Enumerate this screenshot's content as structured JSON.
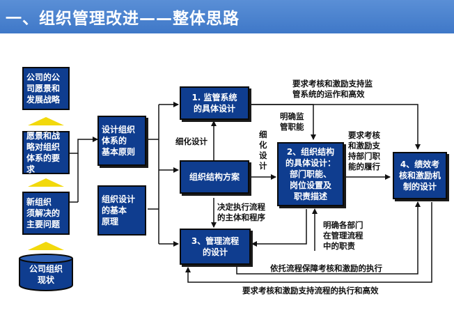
{
  "header": {
    "title": "一、组织管理改进——整体思路"
  },
  "colors": {
    "header_bg": "#3f78c8",
    "box_fill": "#0f3d8f",
    "arrow_yellow": "#f2d90c",
    "line": "#111111"
  },
  "boxes": {
    "vision_strategy": "公司的公\n司愿景和\n发展战略",
    "vision_requirements": "愿景和战\n略对组织\n体系的要求",
    "new_org_problems": "新组织\n须解决的\n主要问题",
    "org_status": "公司组织\n现状",
    "design_principles": "设计组织\n体系的\n基本原则",
    "design_principles_base": "组织设计\n的基本\n原理",
    "supervision": "1. 监管系统\n的具体设计",
    "org_plan": "组织结构方案",
    "org_structure": "2、组织结构\n的具体设计：\n部门职能、\n岗位设置及\n职责描述",
    "process": "3、管理流程\n的设计",
    "performance": "4、绩效考\n核和激励机\n制的设计"
  },
  "labels": {
    "refine_design_1": "细化设计",
    "refine_design_2": "细\n化\n设\n计",
    "clarify_supervision": "明确监\n管职能",
    "require_support_supervision": "要求考核和激励支持监\n管系统的运作和高效",
    "require_support_department": "要求考核\n和激励支\n持部门职\n能的履行",
    "decide_process_subject": "决定执行流程\n的主体和程序",
    "clarify_department_duties": "明确各部门\n在管理流程\n中的职责",
    "process_ensures_execution": "依托流程保障考核和激励的执行",
    "require_support_process": "要求考核和激励支持流程的执行和高效"
  }
}
